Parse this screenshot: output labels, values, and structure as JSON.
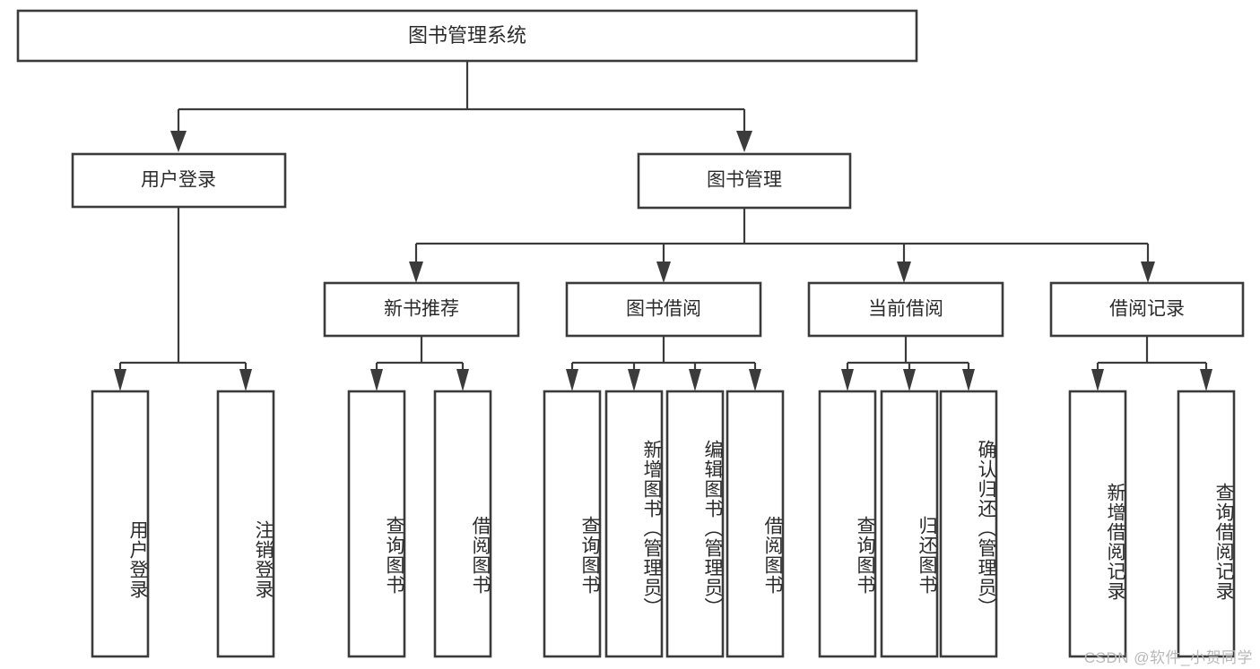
{
  "diagram": {
    "title": "图书管理系统",
    "type": "tree",
    "watermark": "CSDN @软件_小贺同学",
    "theme": {
      "background": "#ffffff",
      "box_stroke": "#3b3b3b",
      "box_fill": "#ffffff",
      "text": "#2b2b2b",
      "watermark_color": "#b9b9b9"
    },
    "levels": {
      "root": {
        "label": "图书管理系统"
      },
      "level2": [
        {
          "id": "user-login",
          "label": "用户登录"
        },
        {
          "id": "book-manage",
          "label": "图书管理"
        }
      ],
      "level3": [
        {
          "id": "new-book-recommend",
          "label": "新书推荐",
          "parent": "book-manage"
        },
        {
          "id": "book-borrow",
          "label": "图书借阅",
          "parent": "book-manage"
        },
        {
          "id": "current-borrow",
          "label": "当前借阅",
          "parent": "book-manage"
        },
        {
          "id": "borrow-record",
          "label": "借阅记录",
          "parent": "book-manage"
        }
      ],
      "leaves": {
        "user-login": [
          {
            "id": "leaf-user-login",
            "label": "用户登录"
          },
          {
            "id": "leaf-user-logout",
            "label": "注销登录"
          }
        ],
        "new-book-recommend": [
          {
            "id": "leaf-query-book-1",
            "label": "查询图书"
          },
          {
            "id": "leaf-borrow-book-1",
            "label": "借阅图书"
          }
        ],
        "book-borrow": [
          {
            "id": "leaf-query-book-2",
            "label": "查询图书"
          },
          {
            "id": "leaf-add-book",
            "label": "新增图书（管理员）"
          },
          {
            "id": "leaf-edit-book",
            "label": "编辑图书（管理员）"
          },
          {
            "id": "leaf-borrow-book-2",
            "label": "借阅图书"
          }
        ],
        "current-borrow": [
          {
            "id": "leaf-query-book-3",
            "label": "查询图书"
          },
          {
            "id": "leaf-return-book",
            "label": "归还图书"
          },
          {
            "id": "leaf-confirm-return",
            "label": "确认归还（管理员）"
          }
        ],
        "borrow-record": [
          {
            "id": "leaf-add-record",
            "label": "新增借阅记录"
          },
          {
            "id": "leaf-query-record",
            "label": "查询借阅记录"
          }
        ]
      }
    }
  }
}
